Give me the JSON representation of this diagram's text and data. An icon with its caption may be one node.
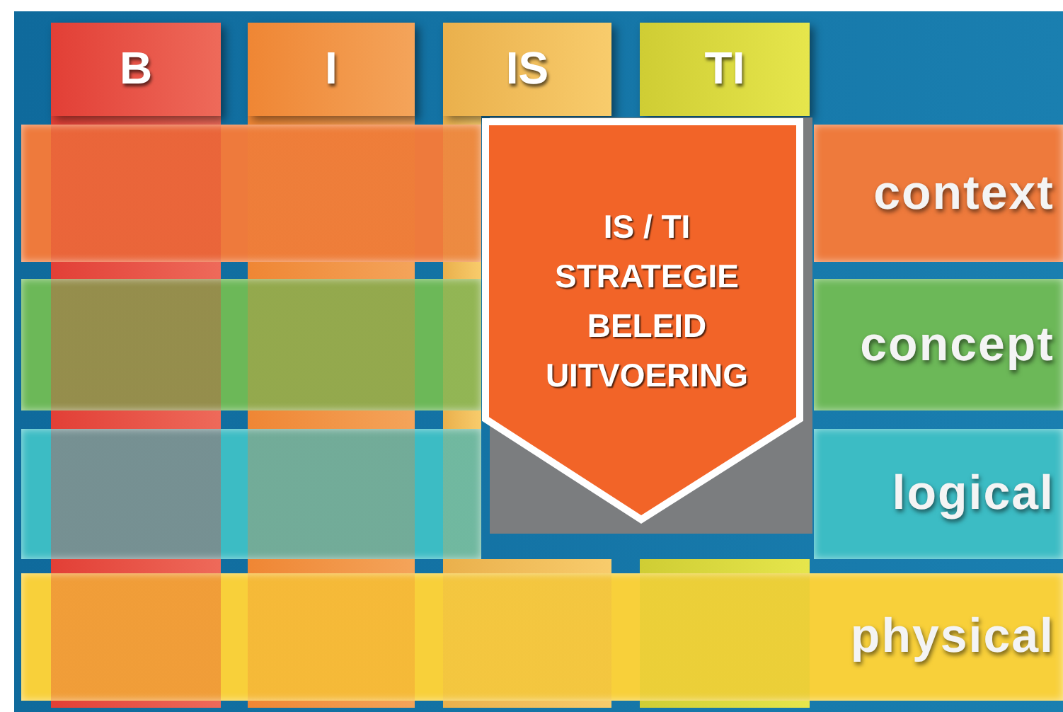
{
  "diagram": {
    "nodes": [
      {
        "text": [
          "B"
        ]
      },
      {
        "text": [
          "I"
        ]
      },
      {
        "text": [
          "IS"
        ]
      },
      {
        "text": [
          "TI"
        ]
      },
      {
        "text": [
          "context"
        ]
      },
      {
        "text": [
          "concept"
        ]
      },
      {
        "text": [
          "logical"
        ]
      },
      {
        "text": [
          "physical"
        ]
      },
      {
        "text": [
          "IS / TI",
          "STRATEGIE",
          "BELEID",
          "UITVOERING"
        ]
      },
      {
        "text": [],
        "shape": "bar"
      },
      {
        "text": [],
        "shape": "bar"
      },
      {
        "text": [],
        "shape": "bar"
      }
    ]
  }
}
